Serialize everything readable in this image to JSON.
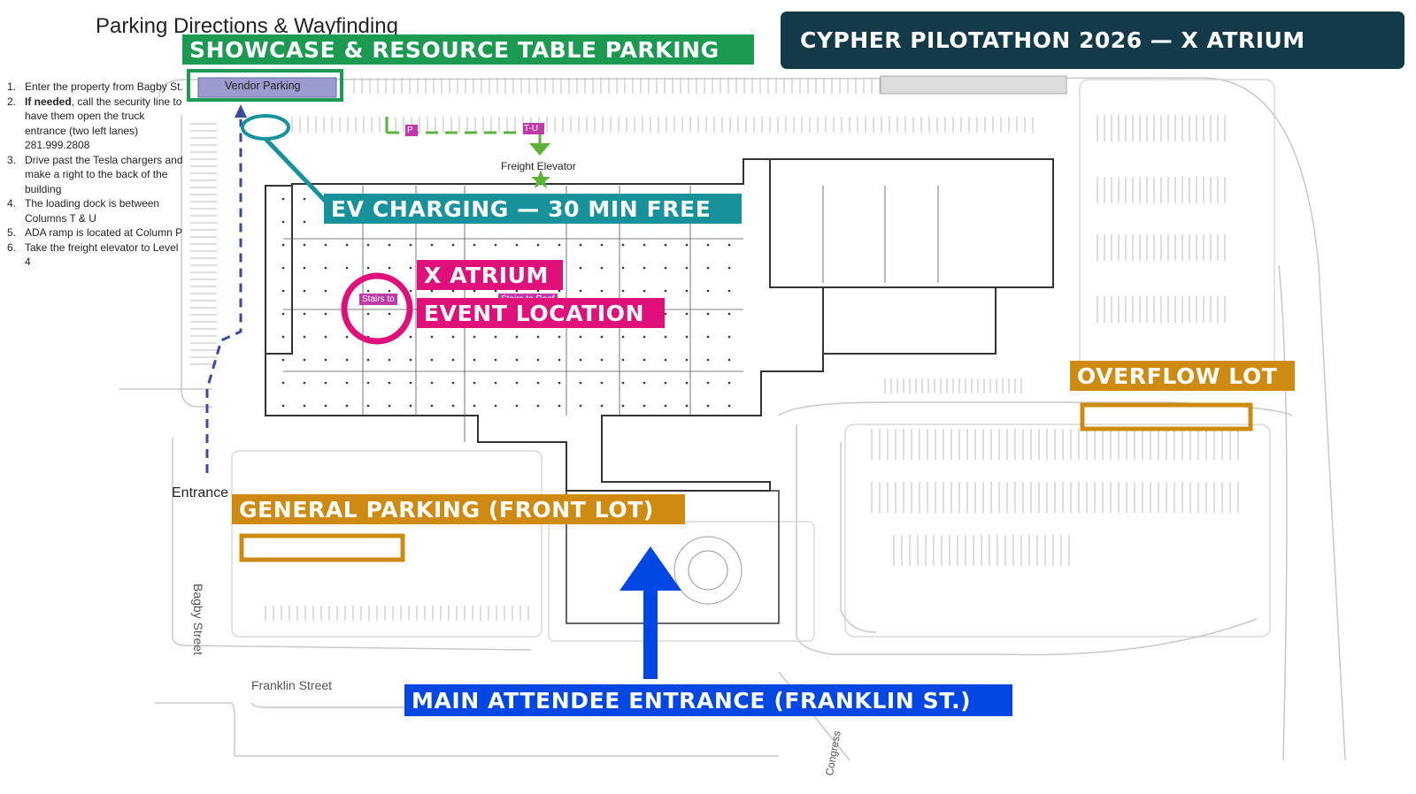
{
  "page": {
    "heading": "Parking Directions & Wayfinding",
    "event_banner": "CYPHER PILOTATHON 2026 — X ATRIUM"
  },
  "directions": [
    {
      "num": "1.",
      "bold": "",
      "text": "Enter the property from Bagby St."
    },
    {
      "num": "2.",
      "bold": "If needed",
      "text": ", call the security line to have them open the truck entrance (two left lanes) 281.999.2808"
    },
    {
      "num": "3.",
      "bold": "",
      "text": "Drive past the Tesla chargers and make a right to the back of the building"
    },
    {
      "num": "4.",
      "bold": "",
      "text": "The loading dock is between Columns T & U"
    },
    {
      "num": "5.",
      "bold": "",
      "text": "ADA ramp is located at Column P"
    },
    {
      "num": "6.",
      "bold": "",
      "text": "Take the freight elevator to Level 4"
    }
  ],
  "labels": {
    "showcase": "SHOWCASE & RESOURCE TABLE PARKING",
    "ev": "EV CHARGING — 30 MIN FREE",
    "x_atrium": "X ATRIUM",
    "event_location": "EVENT LOCATION",
    "overflow": "OVERFLOW LOT",
    "general": "GENERAL PARKING (FRONT LOT)",
    "main_entrance": "MAIN ATTENDEE ENTRANCE (FRANKLIN ST.)"
  },
  "map_text": {
    "vendor_parking": "Vendor Parking",
    "freight_elevator": "Freight Elevator",
    "entrance": "Entrance",
    "bagby_street": "Bagby Street",
    "franklin_street": "Franklin Street",
    "congress": "Congress",
    "tag_p": "P",
    "tag_tu": "T-U",
    "stairs_to": "Stairs to",
    "stairs_roof": "Stairs to Roof"
  },
  "colors": {
    "banner": "#123a49",
    "green": "#1d9a52",
    "teal": "#17929a",
    "pink": "#e0107a",
    "gold": "#cf8a12",
    "blue": "#0047e4",
    "route": "#3c4a9c"
  },
  "icons": {
    "route": "dashed-route-line",
    "freight_star": "star-icon",
    "entrance_arrow": "arrow-up-icon"
  }
}
